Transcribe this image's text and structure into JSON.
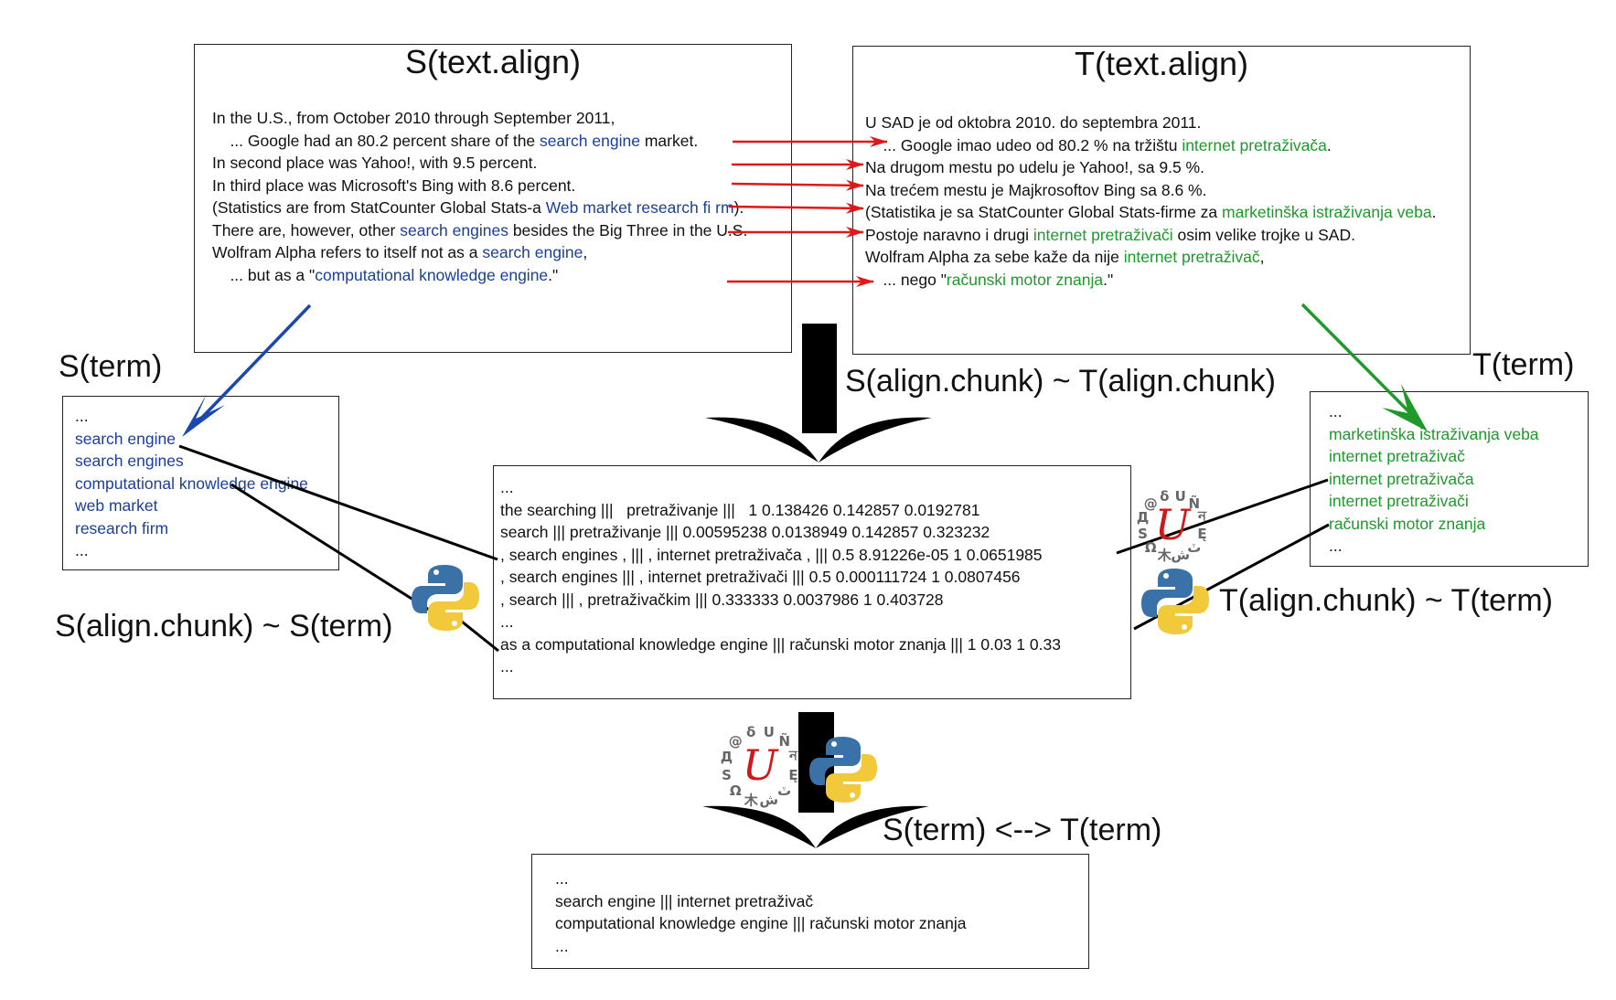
{
  "colors": {
    "source_term": "#1a3f9a",
    "target_term": "#1d9a2a",
    "alignment_arrow": "#e01818",
    "source_arrow": "#1a48b0",
    "target_arrow": "#1d9a2a",
    "connector": "#000000"
  },
  "source_text": {
    "title": "S(text.align)",
    "lines": [
      [
        {
          "t": "In the U.S., from October 2010 through September 2011,"
        }
      ],
      [
        {
          "t": "    ... Google had an 80.2 percent share of the "
        },
        {
          "t": "search engine",
          "term": true
        },
        {
          "t": " market."
        }
      ],
      [
        {
          "t": "In second place was Yahoo!, with 9.5 percent."
        }
      ],
      [
        {
          "t": "In third place was Microsoft's Bing with 8.6 percent."
        }
      ],
      [
        {
          "t": "(Statistics are from StatCounter Global Stats-a "
        },
        {
          "t": "Web market research fi rm",
          "term": true
        },
        {
          "t": ")."
        }
      ],
      [
        {
          "t": "There are, however, other "
        },
        {
          "t": "search engines",
          "term": true
        },
        {
          "t": " besides the Big Three in the U.S."
        }
      ],
      [
        {
          "t": "Wolfram Alpha refers to itself not as a "
        },
        {
          "t": "search engine",
          "term": true
        },
        {
          "t": ","
        }
      ],
      [
        {
          "t": "    ... but as a \""
        },
        {
          "t": "computational knowledge engine",
          "term": true
        },
        {
          "t": ".\""
        }
      ]
    ]
  },
  "target_text": {
    "title": "T(text.align)",
    "lines": [
      [
        {
          "t": "U SAD je od oktobra 2010. do septembra 2011."
        }
      ],
      [
        {
          "t": "    ... Google imao udeo od 80.2 % na tržištu "
        },
        {
          "t": "internet pretraživača",
          "term": true
        },
        {
          "t": "."
        }
      ],
      [
        {
          "t": "Na drugom mestu po udelu je Yahoo!, sa 9.5 %."
        }
      ],
      [
        {
          "t": "Na trećem mestu je Majkrosoftov Bing sa 8.6 %."
        }
      ],
      [
        {
          "t": "(Statistika je sa StatCounter Global Stats-firme za "
        },
        {
          "t": "marketinška istraživanja veba",
          "term": true
        },
        {
          "t": "."
        }
      ],
      [
        {
          "t": "Postoje naravno i drugi "
        },
        {
          "t": "internet pretraživači",
          "term": true
        },
        {
          "t": " osim velike trojke u SAD."
        }
      ],
      [
        {
          "t": "Wolfram Alpha za sebe kaže da nije "
        },
        {
          "t": "internet pretraživač",
          "term": true
        },
        {
          "t": ","
        }
      ],
      [
        {
          "t": "    ... nego \""
        },
        {
          "t": "računski motor znanja",
          "term": true
        },
        {
          "t": ".\""
        }
      ]
    ]
  },
  "source_terms": {
    "label": "S(term)",
    "items": [
      "...",
      "search engine",
      "search engines",
      "computational knowledge engine",
      "web market",
      "research firm",
      "..."
    ]
  },
  "target_terms": {
    "label": "T(term)",
    "items": [
      "...",
      "marketinška istraživanja veba",
      "internet pretraživač",
      "internet pretraživača",
      "internet pretraživači",
      "računski motor znanja",
      "..."
    ]
  },
  "phrase_table": {
    "label": "S(align.chunk)  ~ T(align.chunk)",
    "lines": [
      "...",
      "the searching |||   pretraživanje |||   1 0.138426 0.142857 0.0192781",
      "search ||| pretraživanje ||| 0.00595238 0.0138949 0.142857 0.323232",
      ", search engines , ||| , internet pretraživača , ||| 0.5 8.91226e-05 1 0.0651985",
      ", search engines ||| , internet pretraživači ||| 0.5 0.000111724 1 0.0807456",
      ", search ||| , pretraživačkim ||| 0.333333 0.0037986 1 0.403728",
      "...",
      "as a computational knowledge engine ||| računski motor znanja ||| 1 0.03 1 0.33",
      "..."
    ]
  },
  "left_match_label": "S(align.chunk)  ~ S(term)",
  "right_match_label": "T(align.chunk)  ~ T(term)",
  "result": {
    "label": "S(term) <--> T(term)",
    "lines": [
      "...",
      "search engine ||| internet pretraživač",
      "computational knowledge engine ||| računski motor znanja",
      "..."
    ]
  },
  "unicode_logo": {
    "main_glyph": "U",
    "ring_glyphs": [
      "@",
      "δ",
      "U",
      "Ñ",
      "ন",
      "Ę",
      "ٽ",
      "ش",
      "木",
      "Ω",
      "S",
      "Д"
    ]
  }
}
